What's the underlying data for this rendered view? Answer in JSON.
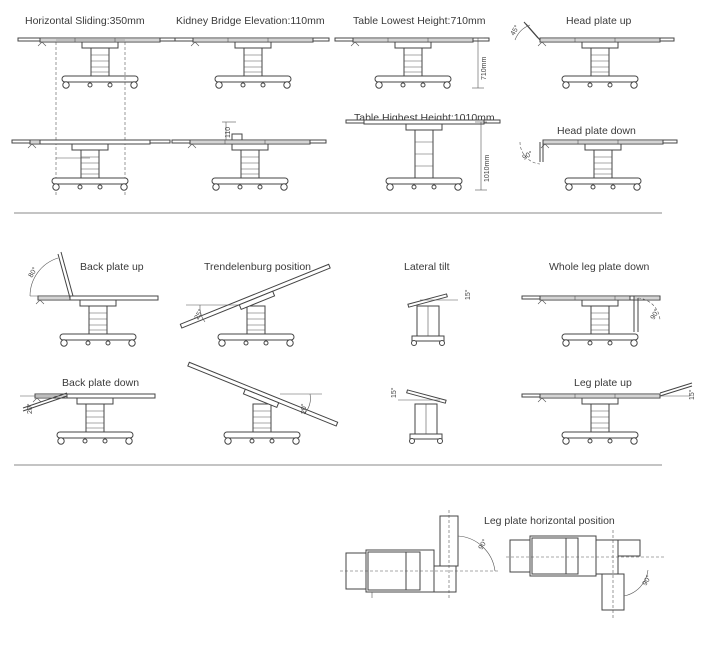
{
  "captions": {
    "horizontal_sliding": "Horizontal Sliding:350mm",
    "kidney_bridge": "Kidney Bridge Elevation:110mm",
    "lowest_height": "Table Lowest Height:710mm",
    "head_plate_up": "Head plate up",
    "highest_height": "Table Highest Height:1010mm",
    "head_plate_down": "Head plate down",
    "back_plate_up": "Back plate up",
    "trendelenburg": "Trendelenburg position",
    "lateral_tilt": "Lateral tilt",
    "whole_leg_down": "Whole leg plate down",
    "back_plate_down": "Back plate down",
    "leg_plate_up": "Leg plate up",
    "leg_horizontal": "Leg plate horizontal position"
  },
  "dimensions": {
    "lowest_mm": "710mm",
    "highest_mm": "1010mm",
    "kidney_mm": "110",
    "head_up_deg": "45°",
    "head_down_deg": "90°",
    "back_up_deg": "80°",
    "trend_left_deg": "25°",
    "trend_right_deg": "20°",
    "lateral_top_deg": "15°",
    "lateral_bottom_deg": "15°",
    "whole_leg_deg": "90°",
    "back_down_deg": "20°",
    "leg_up_deg": "15°",
    "leg_horiz_left_deg": "90°",
    "leg_horiz_right_deg": "90°"
  }
}
